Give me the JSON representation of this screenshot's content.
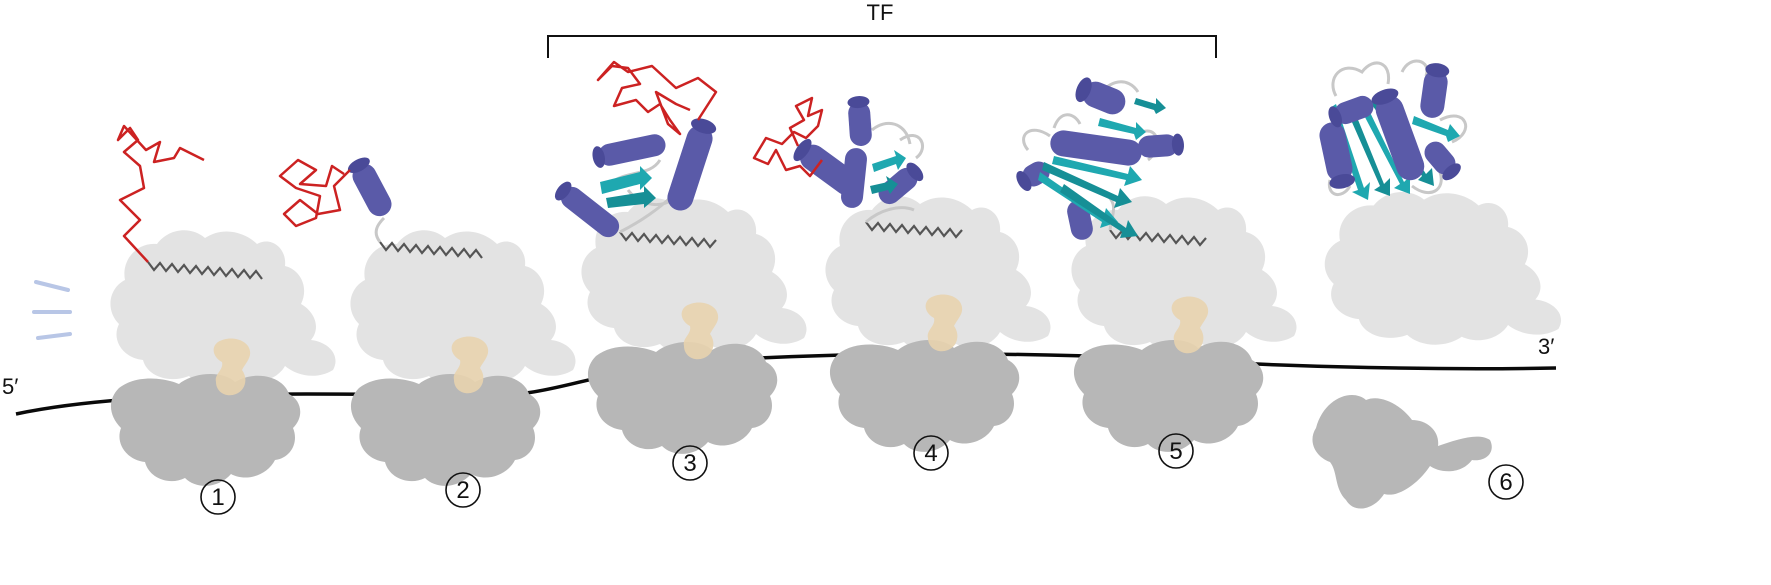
{
  "bracket": {
    "label": "TF"
  },
  "mrna": {
    "five_prime": "5′",
    "three_prime": "3′"
  },
  "stages": [
    {
      "label": "1"
    },
    {
      "label": "2"
    },
    {
      "label": "3"
    },
    {
      "label": "4"
    },
    {
      "label": "5"
    },
    {
      "label": "6"
    }
  ],
  "colors": {
    "large_subunit": "#e3e3e3",
    "small_subunit": "#b7b7b7",
    "exit_tunnel": "#e8d3ae",
    "nascent_coil": "#cc2222",
    "helix": "#5a5aa8",
    "strand": "#1fa8b0",
    "loop": "#c8c8c8",
    "mrna": "#0a0a0a",
    "motion_lines": "#b8c6e6"
  }
}
